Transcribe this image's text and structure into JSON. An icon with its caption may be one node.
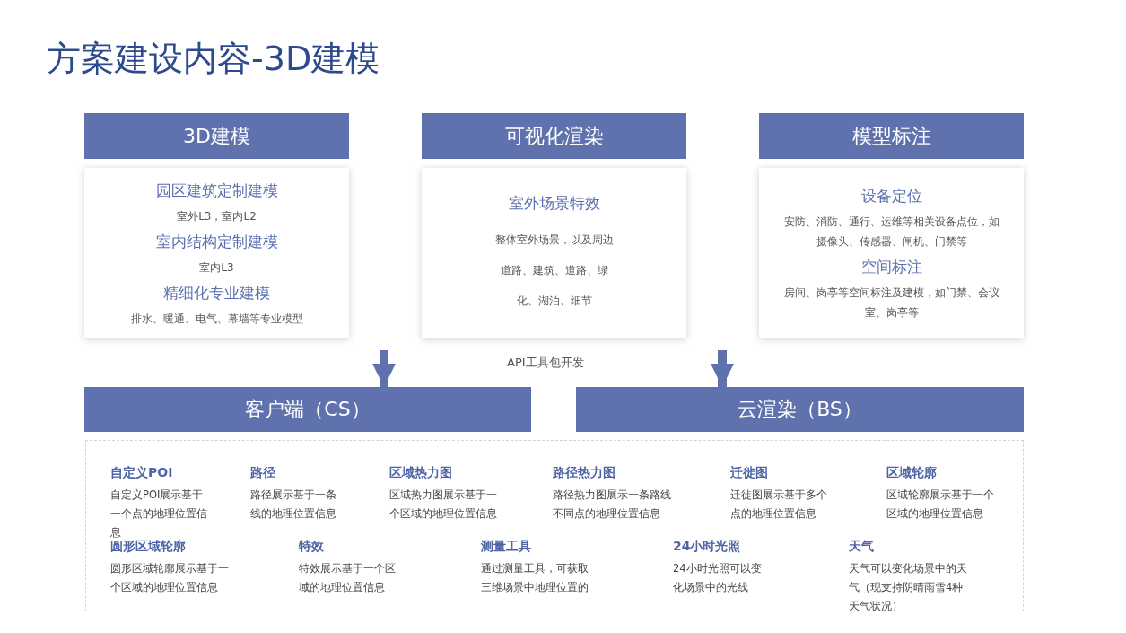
{
  "diagram": {
    "title": "方案建设内容-3D建模",
    "nodes": [
      {
        "text": [
          "3D建模"
        ]
      },
      {
        "text": [
          "园区建筑定制建模",
          "室外L3，室内L2",
          "室内结构定制建模",
          "室内L3",
          "精细化专业建模",
          "排水、暖通、电气、幕墙等专业模型"
        ]
      },
      {
        "text": [
          "可视化渲染"
        ]
      },
      {
        "text": [
          "室外场景特效",
          "整体室外场景，以及周边道路、建筑、道路、绿化、湖泊、细节"
        ]
      },
      {
        "text": [
          "模型标注"
        ]
      },
      {
        "text": [
          "设备定位",
          "安防、消防、通行、运维等相关设备点位，如摄像头、传感器、闸机、门禁等",
          "空间标注",
          "房间、岗亭等空间标注及建模，如门禁、会议室、岗亭等"
        ]
      },
      {
        "text": [
          "客户端（CS）"
        ]
      },
      {
        "text": [
          "云渲染（BS）"
        ]
      }
    ],
    "edges": [
      {
        "from": null,
        "to": 6,
        "arrow": "to"
      },
      {
        "from": null,
        "to": 7,
        "arrow": "to"
      }
    ],
    "labels": [
      "API工具包开发",
      "自定义POI",
      "自定义POI展示基于一个点的地理位置信息",
      "路径",
      "路径展示基于一条线的地理位置信息",
      "区域热力图",
      "区域热力图展示基于一个区域的地理位置信息",
      "路径热力图",
      "路径热力图展示一条路线不同点的地理位置信息",
      "迁徙图",
      "迁徙图展示基于多个点的地理位置信息",
      "区域轮廓",
      "区域轮廓展示基于一个区域的地理位置信息",
      "圆形区域轮廓",
      "圆形区域轮廓展示基于一个区域的地理位置信息",
      "特效",
      "特效展示基于一个区域的地理位置信息",
      "测量工具",
      "通过测量工具，可获取三维场景中地理位置的",
      "24小时光照",
      "24小时光照可以变化场景中的光线",
      "天气",
      "天气可以变化场景中的天气（现支持阴晴雨雪4种天气状况）"
    ]
  }
}
